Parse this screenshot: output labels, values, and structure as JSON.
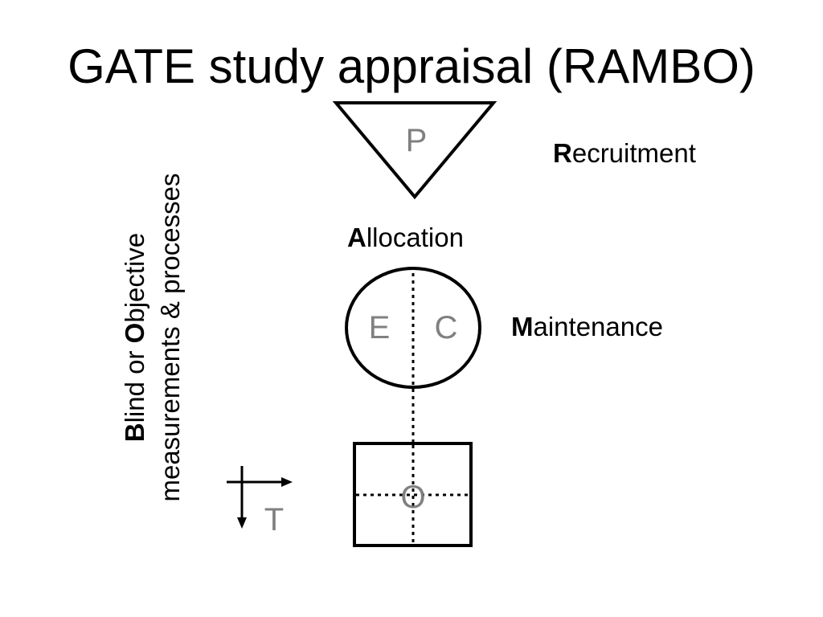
{
  "title": "GATE study appraisal (RAMBO)",
  "recruitment": {
    "initial": "R",
    "rest": "ecruitment"
  },
  "allocation": {
    "initial": "A",
    "rest": "llocation"
  },
  "maintenance": {
    "initial": "M",
    "rest": "aintenance"
  },
  "measurements": {
    "line1_initial_b": "B",
    "line1_mid": "lind or ",
    "line1_initial_o": "O",
    "line1_rest": "bjective",
    "line2": "measurements & processes"
  },
  "shapes": {
    "population": "P",
    "exposure": "E",
    "comparison": "C",
    "outcome": "O",
    "time": "T"
  }
}
